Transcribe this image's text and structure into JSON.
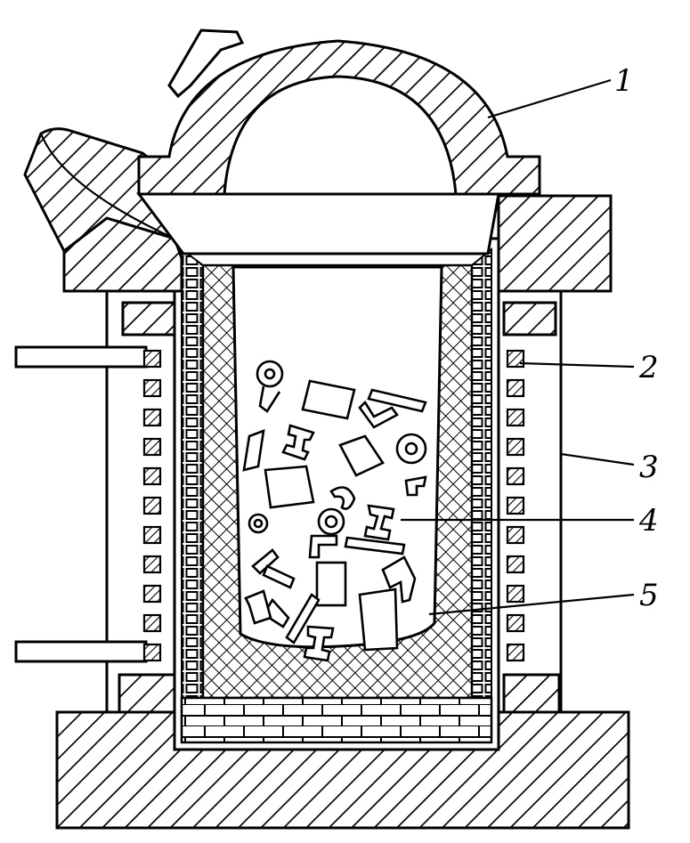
{
  "labels": {
    "l1": "1",
    "l2": "2",
    "l3": "3",
    "l4": "4",
    "l5": "5"
  },
  "colors": {
    "line": "#000000",
    "background": "#ffffff"
  }
}
